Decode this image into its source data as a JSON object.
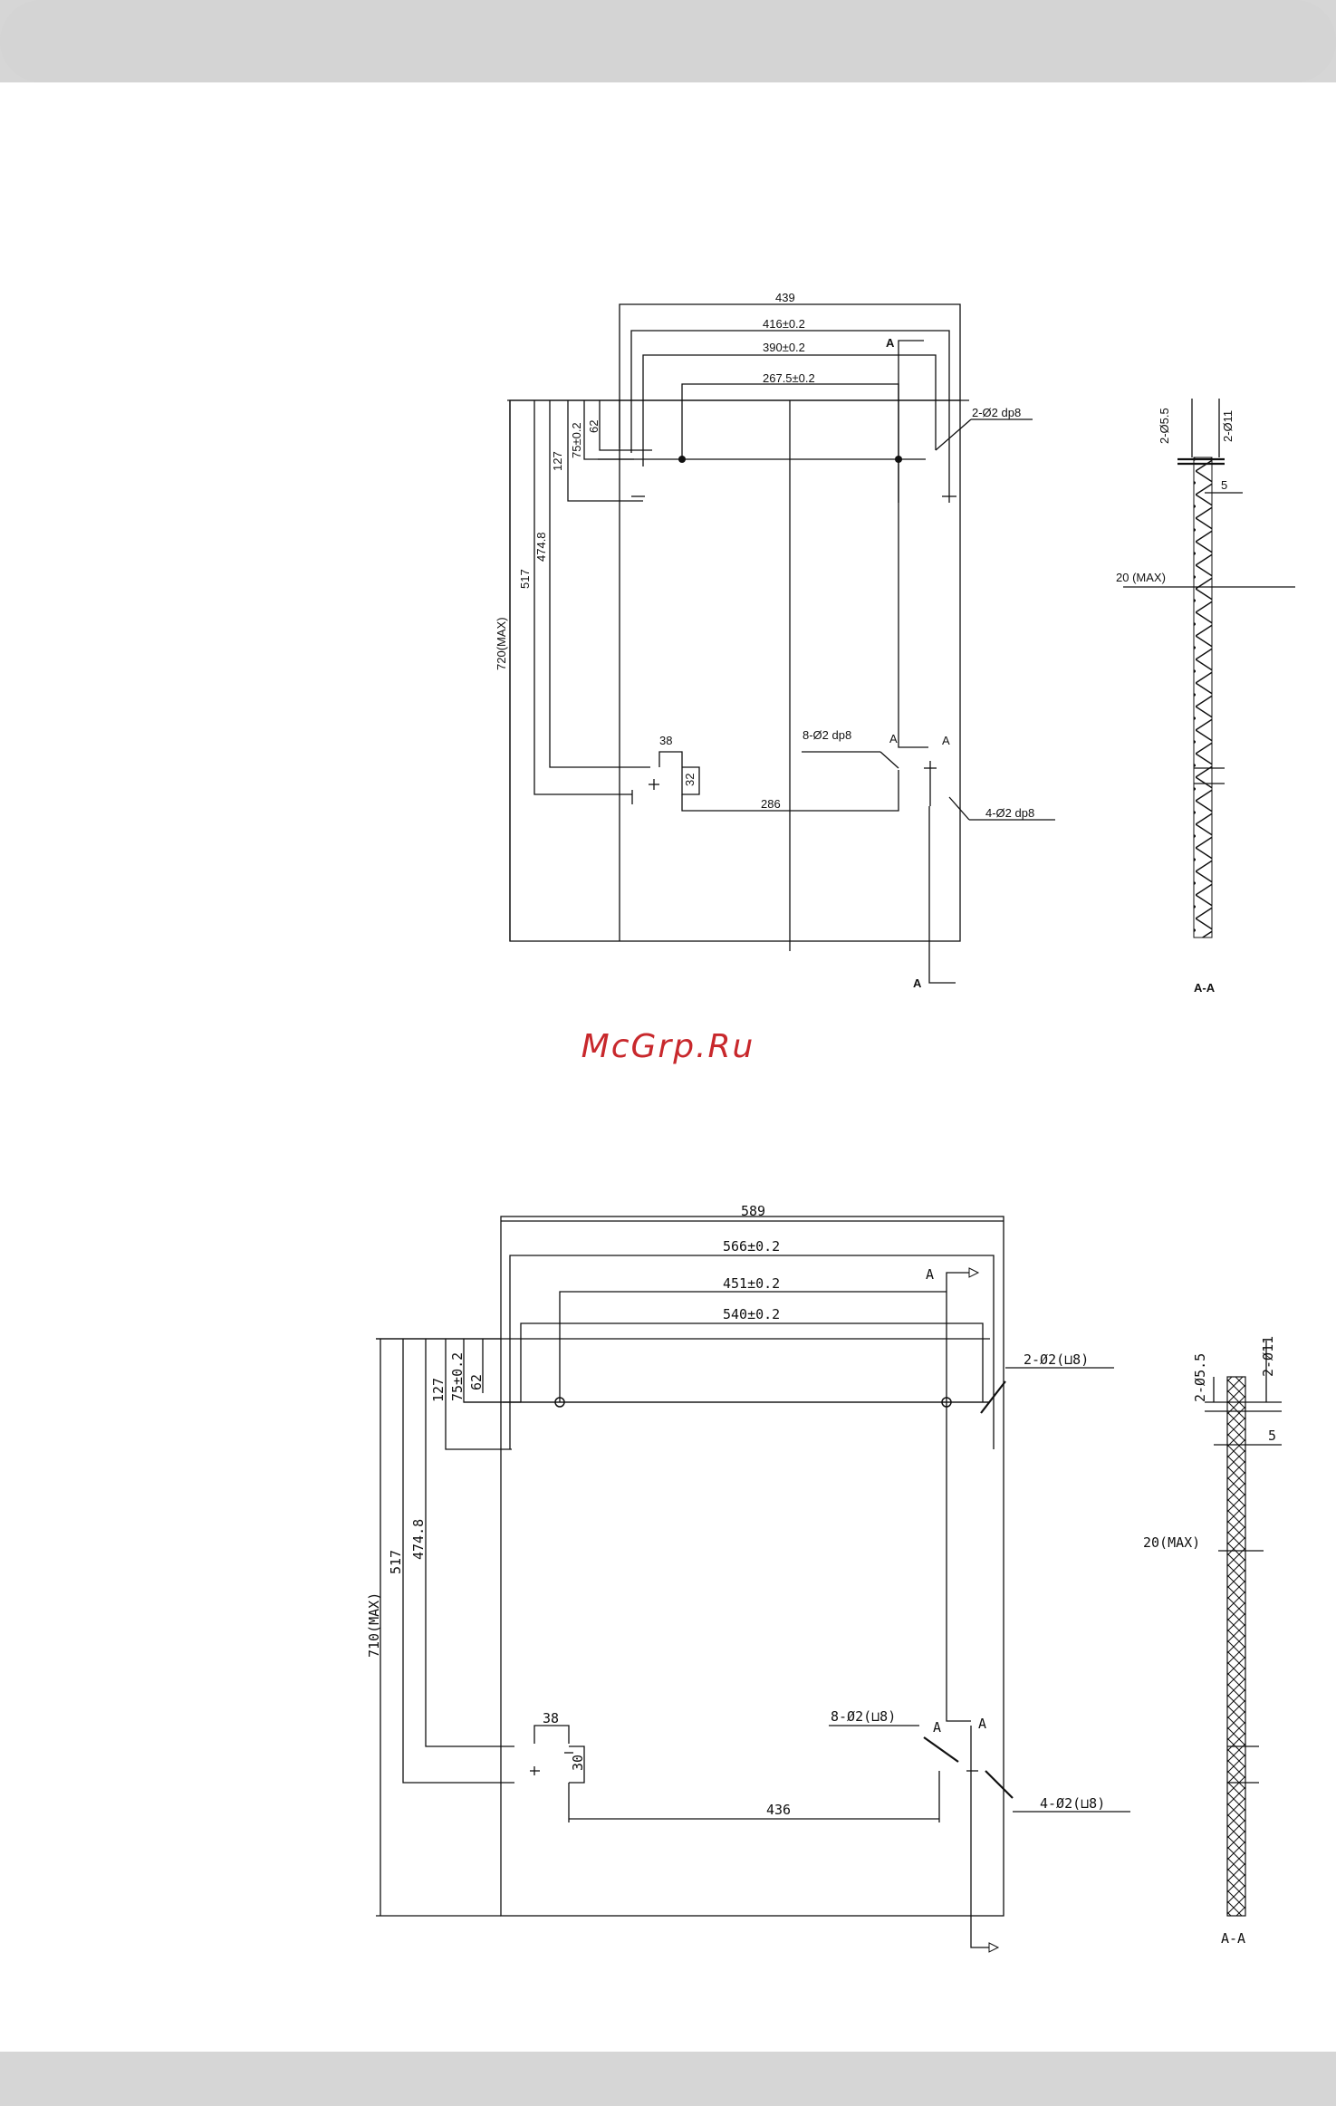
{
  "watermark": "McGrp.Ru",
  "drawing_1": {
    "dims": {
      "width_439": "439",
      "width_416": "416±0.2",
      "width_390": "390±0.2",
      "width_267": "267.5±0.2",
      "height_720": "720(MAX)",
      "height_517": "517",
      "height_474": "474.8",
      "height_127": "127",
      "height_75": "75±0.2",
      "height_62": "62",
      "notch_38": "38",
      "notch_32": "32",
      "span_286": "286"
    },
    "callouts": {
      "holes_top": "2-Ø2 dp8",
      "holes_mid": "8-Ø2 dp8",
      "holes_bottom": "4-Ø2 dp8"
    },
    "section_mark": "A",
    "section": {
      "d_55": "2-Ø5.5",
      "d_11": "2-Ø11",
      "t_5": "5",
      "t_20": "20 (MAX)",
      "title": "A-A"
    }
  },
  "drawing_2": {
    "dims": {
      "width_589": "589",
      "width_566": "566±0.2",
      "width_451": "451±0.2",
      "width_540": "540±0.2",
      "height_710": "710(MAX)",
      "height_517": "517",
      "height_474": "474.8",
      "height_127": "127",
      "height_75": "75±0.2",
      "height_62": "62",
      "notch_38": "38",
      "notch_30": "30",
      "span_436": "436"
    },
    "callouts": {
      "holes_top": "2-Ø2(⊔8)",
      "holes_mid": "8-Ø2(⊔8)",
      "holes_bottom": "4-Ø2(⊔8)"
    },
    "section_mark": "A",
    "section": {
      "d_55": "2-Ø5.5",
      "d_11": "2-Ø11",
      "t_5": "5",
      "t_20": "20(MAX)",
      "title": "A-A"
    }
  }
}
